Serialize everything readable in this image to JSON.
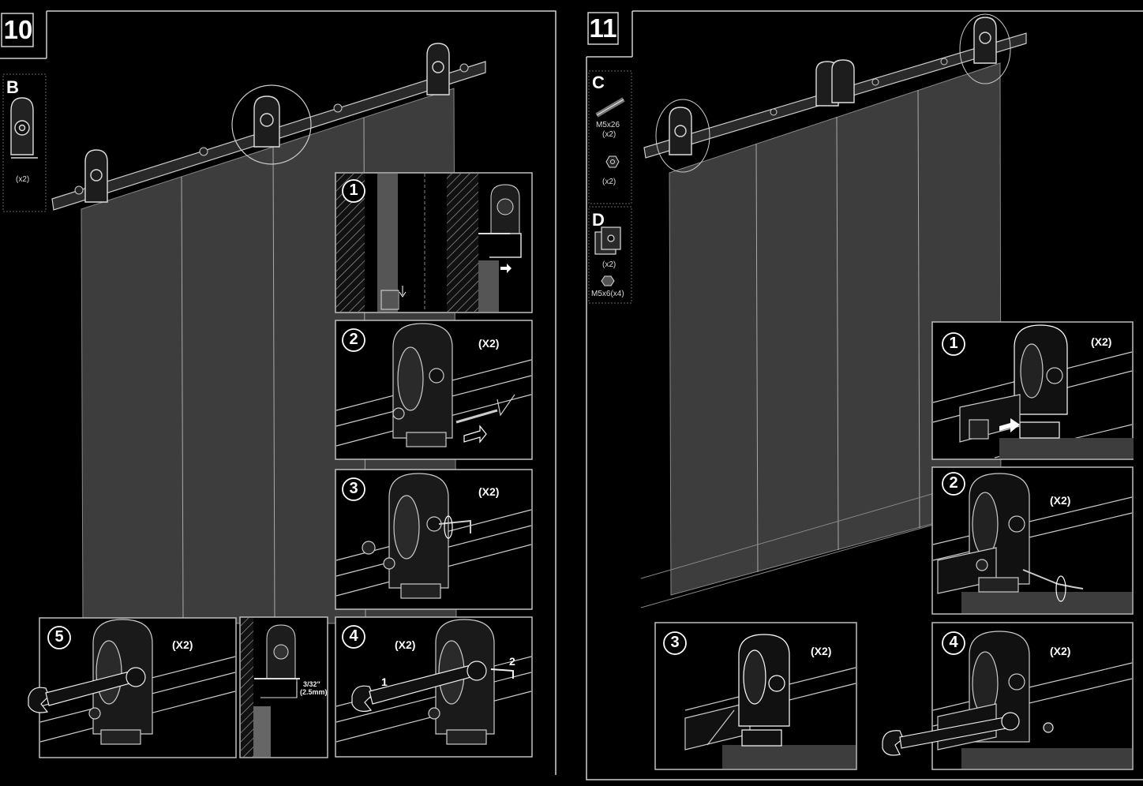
{
  "step10": {
    "number": "10",
    "part": {
      "letter": "B",
      "qty": "(x2)"
    },
    "insets": [
      {
        "num": "1",
        "label": ""
      },
      {
        "num": "2",
        "label": "(X2)"
      },
      {
        "num": "3",
        "label": "(X2)"
      },
      {
        "num": "4",
        "label": "(X2)",
        "marks": [
          "1",
          "2"
        ]
      },
      {
        "num": "5",
        "label": "(X2)"
      }
    ],
    "gap_note": {
      "imperial": "3/32\"",
      "metric": "(2.5mm)"
    }
  },
  "step11": {
    "number": "11",
    "parts": [
      {
        "letter": "C",
        "items": [
          {
            "name": "M5x26",
            "qty": "(x2)"
          },
          {
            "name": "",
            "qty": "(x2)"
          }
        ]
      },
      {
        "letter": "D",
        "items": [
          {
            "name": "",
            "qty": "(x2)"
          },
          {
            "name": "M5x6(x4)",
            "qty": ""
          }
        ]
      }
    ],
    "insets": [
      {
        "num": "1",
        "label": "(X2)"
      },
      {
        "num": "2",
        "label": "(X2)"
      },
      {
        "num": "3",
        "label": "(X2)"
      },
      {
        "num": "4",
        "label": "(X2)"
      }
    ]
  },
  "colors": {
    "background": "#000000",
    "door": "#3c3c3c",
    "line": "#d8d8d8",
    "panel_border": "#bfbfbf"
  }
}
